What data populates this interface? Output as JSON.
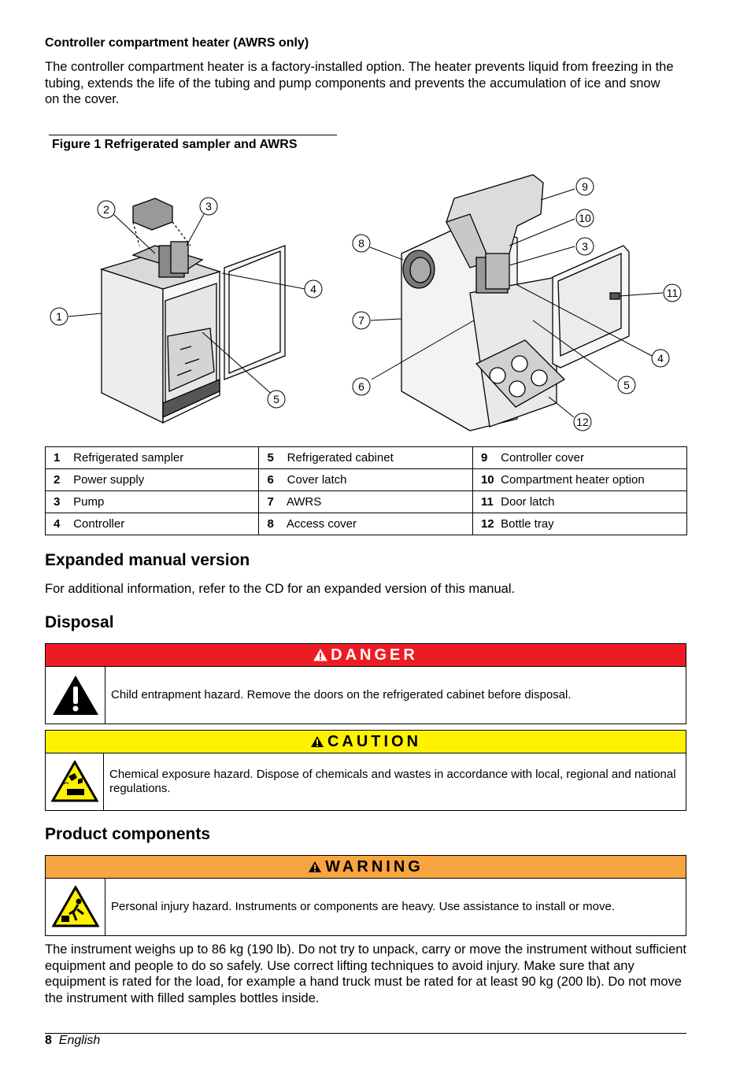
{
  "heater_section": {
    "heading": "Controller compartment heater (AWRS only)",
    "body": "The controller compartment heater is a factory-installed option. The heater prevents liquid from freezing in the tubing, extends the life of the tubing and pump components and prevents the accumulation of ice and snow on the cover."
  },
  "figure": {
    "title": "Figure 1  Refrigerated sampler and AWRS",
    "left_callouts": [
      "1",
      "2",
      "3",
      "4",
      "5"
    ],
    "right_callouts": [
      "9",
      "10",
      "8",
      "3",
      "11",
      "7",
      "4",
      "6",
      "5",
      "12"
    ],
    "legend": [
      [
        {
          "num": "1",
          "label": "Refrigerated sampler"
        },
        {
          "num": "5",
          "label": "Refrigerated cabinet"
        },
        {
          "num": "9",
          "label": "Controller cover"
        }
      ],
      [
        {
          "num": "2",
          "label": "Power supply"
        },
        {
          "num": "6",
          "label": "Cover latch"
        },
        {
          "num": "10",
          "label": "Compartment heater option"
        }
      ],
      [
        {
          "num": "3",
          "label": "Pump"
        },
        {
          "num": "7",
          "label": "AWRS"
        },
        {
          "num": "11",
          "label": "Door latch"
        }
      ],
      [
        {
          "num": "4",
          "label": "Controller"
        },
        {
          "num": "8",
          "label": "Access cover"
        },
        {
          "num": "12",
          "label": "Bottle tray"
        }
      ]
    ]
  },
  "expanded": {
    "heading": "Expanded manual version",
    "body": "For additional information, refer to the CD for an expanded version of this manual."
  },
  "disposal": {
    "heading": "Disposal",
    "danger": {
      "label": "DANGER",
      "color": "#ed1c24",
      "icon": "exclamation-icon",
      "text": "Child entrapment hazard. Remove the doors on the refrigerated cabinet before disposal."
    },
    "caution": {
      "label": "CAUTION",
      "color": "#fff200",
      "icon": "chemical-hazard-icon",
      "text": "Chemical exposure hazard. Dispose of chemicals and wastes in accordance with local, regional and national regulations."
    }
  },
  "components": {
    "heading": "Product components",
    "warning": {
      "label": "WARNING",
      "color": "#f7a540",
      "icon": "heavy-lift-icon",
      "text": "Personal injury hazard. Instruments or components are heavy. Use assistance to install or move."
    },
    "body": "The instrument weighs up to 86 kg (190 lb). Do not try to unpack, carry or move the instrument without sufficient equipment and people to do so safely. Use correct lifting techniques to avoid injury. Make sure that any equipment is rated for the load, for example a hand truck must be rated for at least 90 kg (200 lb). Do not move the instrument with filled samples bottles inside."
  },
  "footer": {
    "page": "8",
    "language": "English"
  }
}
